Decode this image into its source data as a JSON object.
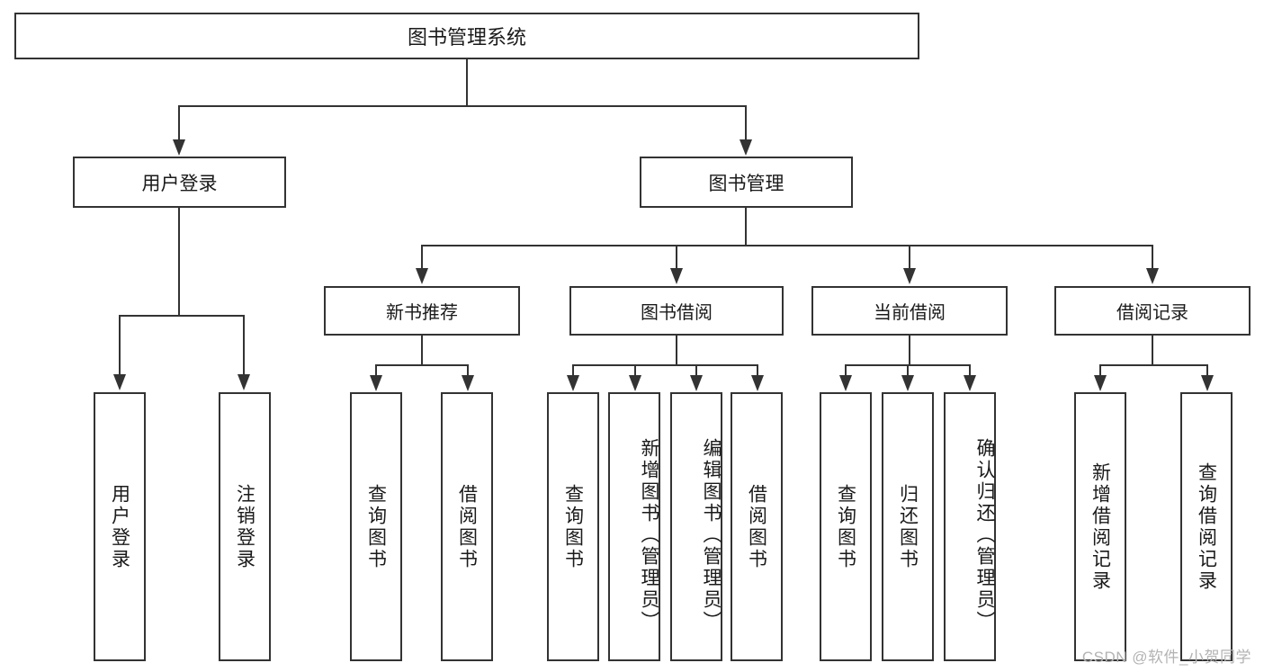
{
  "diagram": {
    "title": "图书管理系统",
    "watermark": "CSDN @软件_小贺同学",
    "line_color": "#333333",
    "box_fill": "#ffffff",
    "text_color": "#1a1a1a",
    "watermark_color": "#b3b3b3",
    "root": {
      "label": "图书管理系统"
    },
    "level2": [
      {
        "label": "用户登录"
      },
      {
        "label": "图书管理"
      }
    ],
    "level3": [
      {
        "label": "新书推荐"
      },
      {
        "label": "图书借阅"
      },
      {
        "label": "当前借阅"
      },
      {
        "label": "借阅记录"
      }
    ],
    "leaves": {
      "user_login": [
        {
          "label": "用户登录"
        },
        {
          "label": "注销登录"
        }
      ],
      "new_book_recommend": [
        {
          "label": "查询图书"
        },
        {
          "label": "借阅图书"
        }
      ],
      "book_borrow": [
        {
          "label": "查询图书"
        },
        {
          "label": "新增图书（管理员）"
        },
        {
          "label": "编辑图书（管理员）"
        },
        {
          "label": "借阅图书"
        }
      ],
      "current_borrow": [
        {
          "label": "查询图书"
        },
        {
          "label": "归还图书"
        },
        {
          "label": "确认归还（管理员）"
        }
      ],
      "borrow_record": [
        {
          "label": "新增借阅记录"
        },
        {
          "label": "查询借阅记录"
        }
      ]
    }
  }
}
